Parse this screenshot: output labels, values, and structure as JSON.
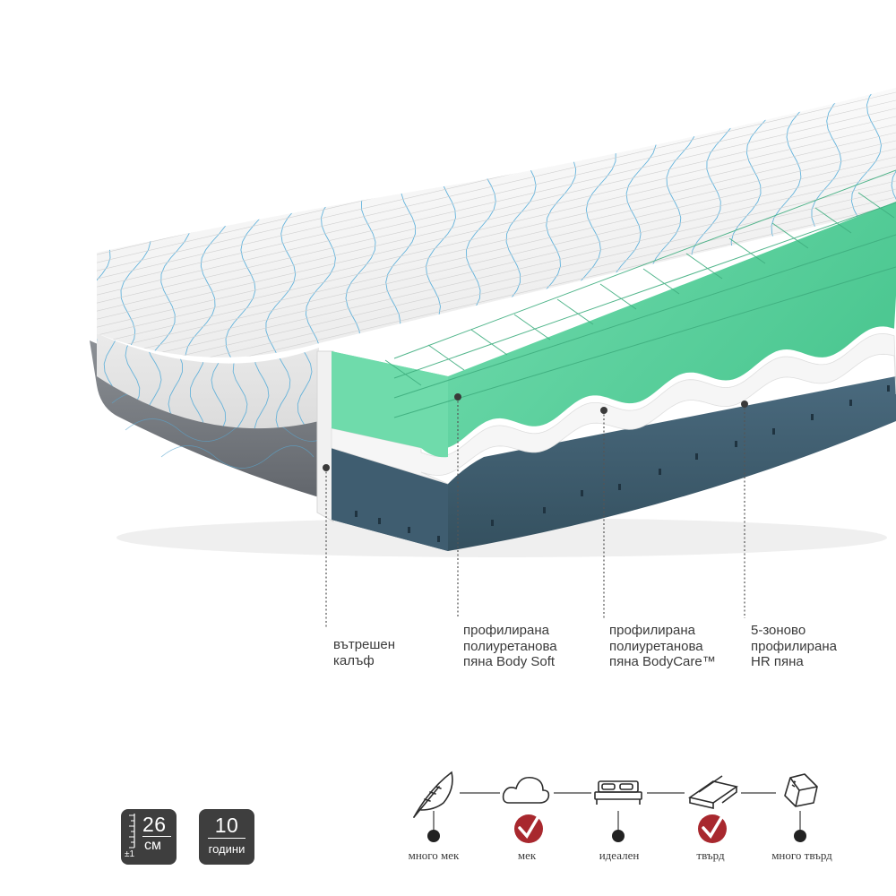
{
  "layers": [
    {
      "id": "inner-cover",
      "lines": [
        "вътрешен",
        "калъф"
      ]
    },
    {
      "id": "body-soft",
      "lines": [
        "профилирана",
        "полиуретанова",
        "пяна Body Soft"
      ]
    },
    {
      "id": "bodycare",
      "lines": [
        "профилирана",
        "полиуретанова",
        "пяна BodyCare™"
      ]
    },
    {
      "id": "hr-foam",
      "lines": [
        "5-зоново",
        "профилирана",
        "HR пяна"
      ]
    }
  ],
  "badges": {
    "height": {
      "value": "26",
      "unit": "см",
      "tolerance": "±1"
    },
    "warranty": {
      "value": "10",
      "unit": "години"
    }
  },
  "firmness_scale": {
    "levels": [
      {
        "label": "много мек",
        "icon": "feather-icon",
        "selected": false
      },
      {
        "label": "мек",
        "icon": "cloud-icon",
        "selected": true
      },
      {
        "label": "идеален",
        "icon": "bed-icon",
        "selected": false
      },
      {
        "label": "твърд",
        "icon": "boards-icon",
        "selected": true
      },
      {
        "label": "много твърд",
        "icon": "rock-icon",
        "selected": false
      }
    ],
    "check_color": "#a8282e"
  },
  "colors": {
    "green_foam": "#5fd3a2",
    "blue_foam": "#3d5a6d",
    "white_foam": "#f4f4f4",
    "cover_gray": "#7b7e83",
    "badge_bg": "#3e3e3e",
    "quilt_line": "#4aa8d8"
  }
}
